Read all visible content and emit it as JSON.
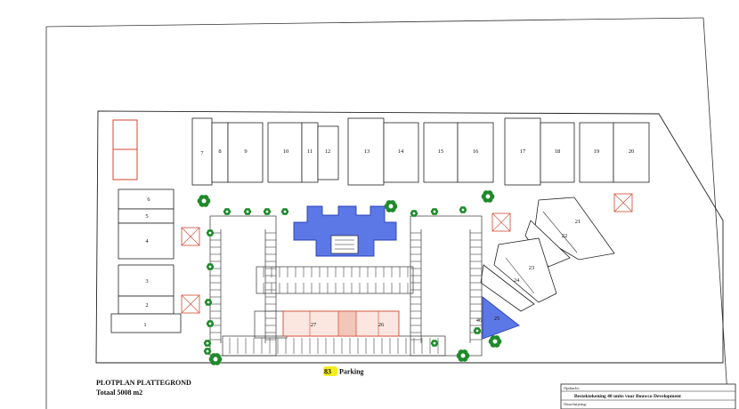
{
  "plan": {
    "title": "PLOTPLAN PLATTEGROND",
    "total": "Totaal 5008 m2",
    "parking_count": "83",
    "parking_label": "Parking",
    "colors": {
      "highlight": "#f5ef1e",
      "pool": "#5b78e6",
      "pool_dark": "#2a40b8",
      "shed": "#d4462e",
      "tree": "#1f8a2a"
    }
  },
  "units": {
    "u1": "1",
    "u2": "2",
    "u3": "3",
    "u4": "4",
    "u5": "5",
    "u6": "6",
    "u7": "7",
    "u8": "8",
    "u9": "9",
    "u10": "10",
    "u11": "11",
    "u12": "12",
    "u13": "13",
    "u14": "14",
    "u15": "15",
    "u16": "16",
    "u17": "17",
    "u18": "18",
    "u19": "19",
    "u20": "20",
    "u21": "21",
    "u22": "22",
    "u23": "23",
    "u24": "24",
    "u25": "25",
    "u26": "26",
    "u27": "27",
    "u46": "46"
  },
  "title_block": {
    "line1": "Bestektekening 40 units voor Bouwco Development",
    "small1": "Opdracht:",
    "small2": "Omschrijving:"
  }
}
